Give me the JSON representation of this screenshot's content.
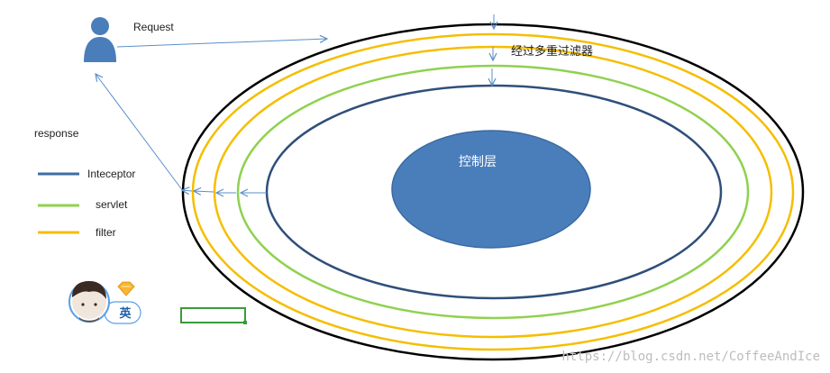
{
  "labels": {
    "request": "Request",
    "response": "response",
    "multi_filter": "经过多重过滤器",
    "controller": "控制层"
  },
  "legend": [
    {
      "label": "Inteceptor",
      "color": "#3f6ea6"
    },
    {
      "label": "servlet",
      "color": "#8fd14f"
    },
    {
      "label": "filter",
      "color": "#f5be00"
    }
  ],
  "badge": {
    "text": "英"
  },
  "watermark": "https://blog.csdn.net/CoffeeAndIce",
  "colors": {
    "outer_ring": "#000000",
    "filter": "#f5be00",
    "servlet": "#8fd14f",
    "interceptor": "#2f4f7a",
    "controller_fill": "#4a7ebb",
    "arrow": "#5b8fc9",
    "person": "#4a7ebb"
  }
}
